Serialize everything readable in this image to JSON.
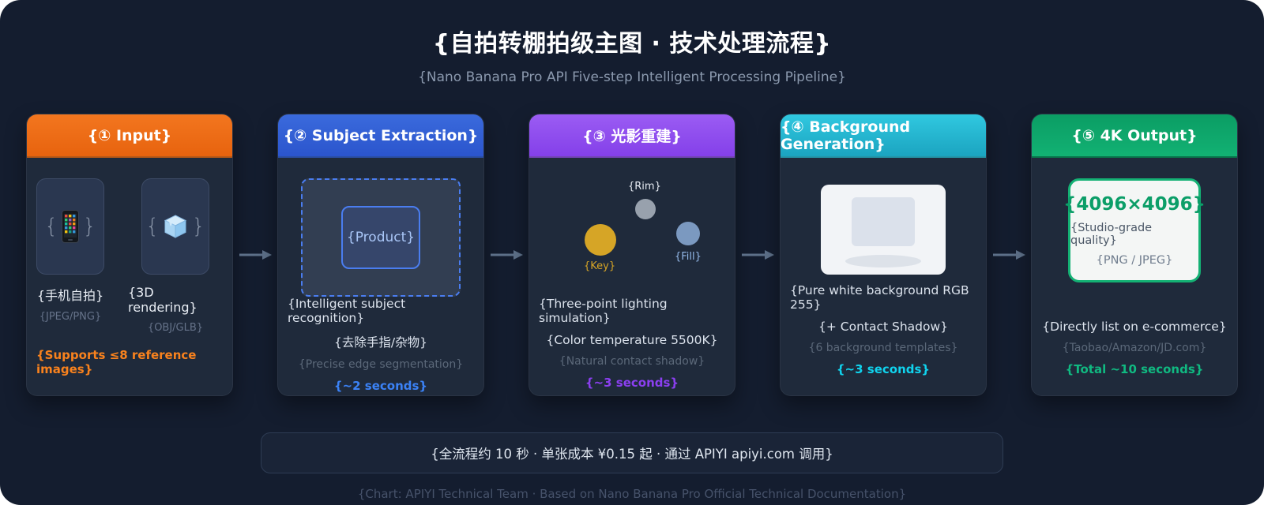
{
  "page": {
    "title": "{自拍转棚拍级主图 · 技术处理流程}",
    "subtitle": "{Nano Banana Pro API Five-step Intelligent Processing Pipeline}",
    "footer_bar": "{全流程约 10 秒 · 单张成本 ¥0.15 起 · 通过 APIYI apiyi.com 调用}",
    "caption": "{Chart: APIYI Technical Team · Based on Nano Banana Pro Official Technical Documentation}"
  },
  "decor": {
    "brace_open": "{",
    "brace_close": "}"
  },
  "colors": {
    "background": "#141d2f",
    "card_body": "#1f2a3b",
    "header_orange": "#ee6c15",
    "header_blue": "#3360d5",
    "header_purple": "#8f4eee",
    "header_cyan": "#25b6d0",
    "header_green": "#0ea76b",
    "accent_orange": "#f9821d",
    "accent_blue": "#3b82f6",
    "accent_purple": "#8b3ff0",
    "accent_cyan": "#10d3ee",
    "accent_green": "#10b981",
    "key_light": "#d6a526",
    "rim_light": "#98a1ad",
    "fill_light": "#7b99c0"
  },
  "cards": [
    {
      "header": "{① Input}",
      "items": [
        {
          "icon": "phone-icon",
          "label": "{手机自拍}",
          "sublabel": "{JPEG/PNG}"
        },
        {
          "icon": "ice-cube-icon",
          "label": "{3D rendering}",
          "sublabel": "{OBJ/GLB}"
        }
      ],
      "footnote": "{Supports ≤8 reference images}"
    },
    {
      "header": "{② Subject Extraction}",
      "product_label": "{Product}",
      "line1": "{Intelligent subject recognition}",
      "line2": "{去除手指/杂物}",
      "muted": "{Precise edge segmentation}",
      "time": "{~2 seconds}"
    },
    {
      "header": "{③ 光影重建}",
      "lights": {
        "rim": "{Rim}",
        "key": "{Key}",
        "fill": "{Fill}"
      },
      "line1": "{Three-point lighting simulation}",
      "line2": "{Color temperature 5500K}",
      "muted": "{Natural contact shadow}",
      "time": "{~3 seconds}"
    },
    {
      "header": "{④ Background Generation}",
      "line1": "{Pure white background RGB 255}",
      "line2": "{+ Contact Shadow}",
      "muted": "{6 background templates}",
      "time": "{~3 seconds}"
    },
    {
      "header": "{⑤ 4K Output}",
      "output_box": {
        "resolution": "{4096×4096}",
        "quality": "{Studio-grade quality}",
        "formats": "{PNG / JPEG}"
      },
      "line1": "{Directly list on e-commerce}",
      "muted": "{Taobao/Amazon/JD.com}",
      "time": "{Total ~10 seconds}"
    }
  ]
}
